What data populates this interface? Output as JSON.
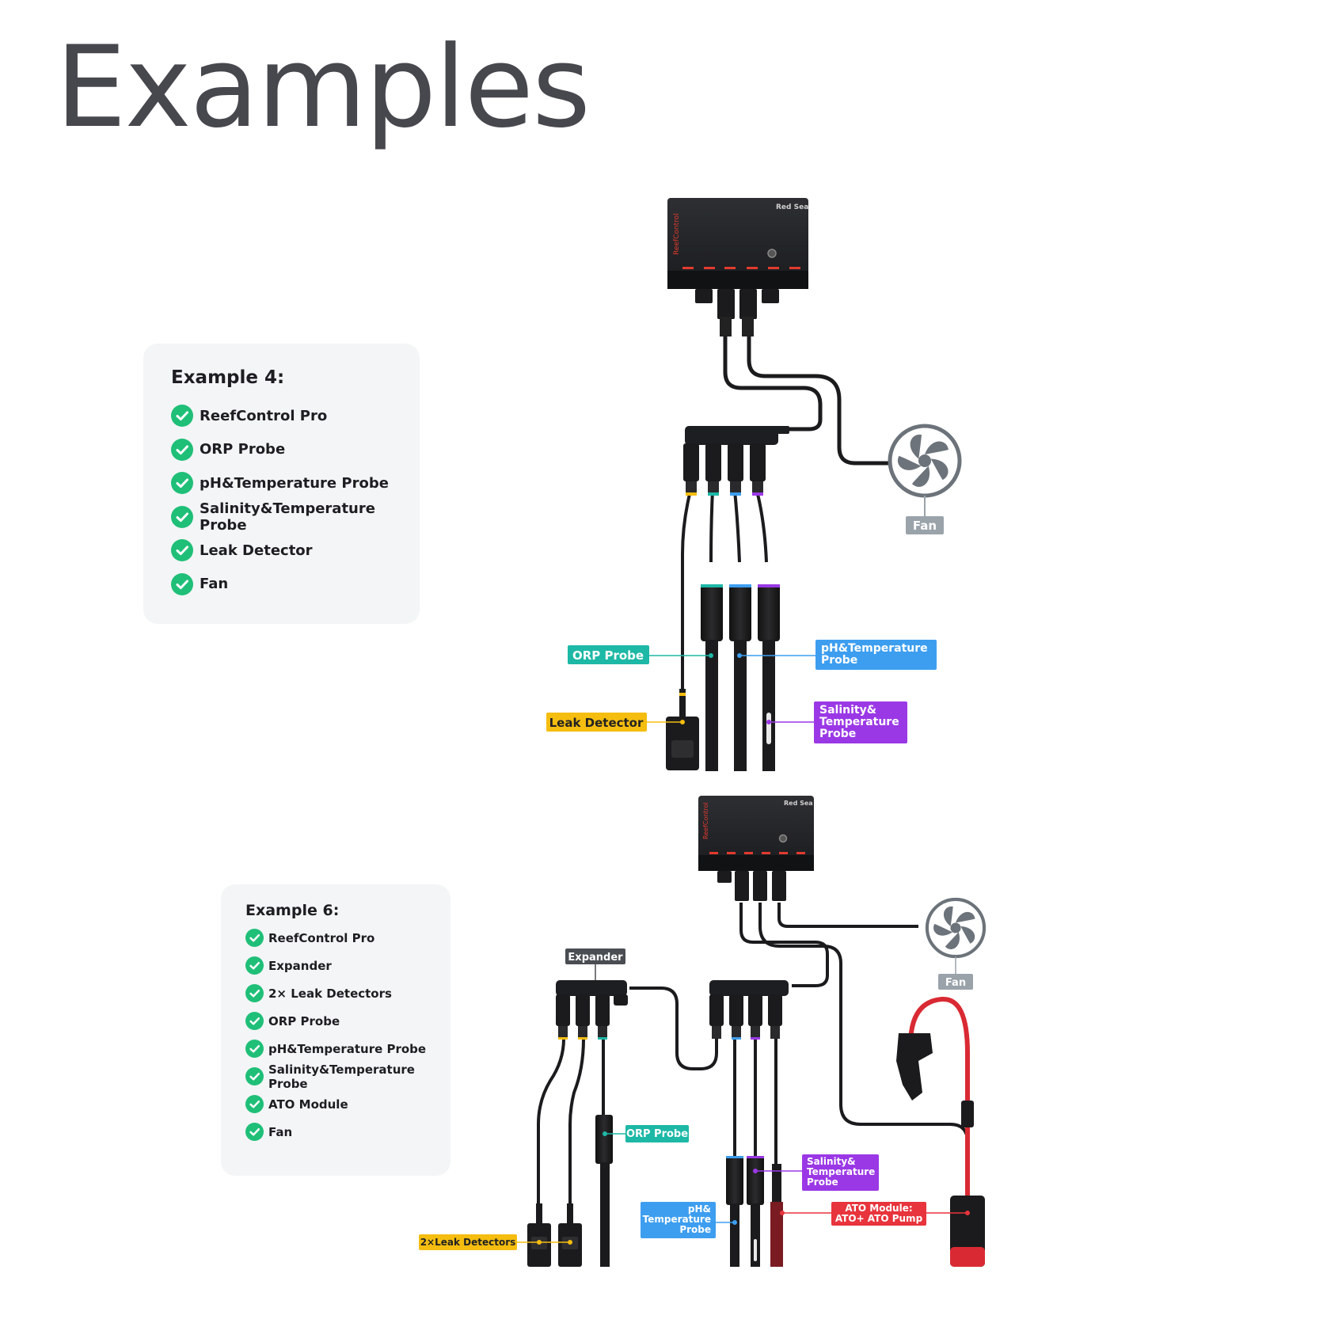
{
  "title": "Examples",
  "example4": {
    "heading": "Example 4:",
    "items": [
      "ReefControl Pro",
      "ORP Probe",
      "pH&Temperature Probe",
      "Salinity&Temperature Probe",
      "Leak Detector",
      "Fan"
    ],
    "callouts": {
      "fan": "Fan",
      "orp": "ORP Probe",
      "ph_line1": "pH&Temperature",
      "ph_line2": "Probe",
      "leak": "Leak Detector",
      "sal_line1": "Salinity&",
      "sal_line2": "Temperature",
      "sal_line3": "Probe"
    },
    "device_brand": "Red Sea",
    "device_name": "ReefControl"
  },
  "example6": {
    "heading": "Example 6:",
    "items": [
      "ReefControl Pro",
      "Expander",
      "2× Leak Detectors",
      "ORP Probe",
      "pH&Temperature Probe",
      "Salinity&Temperature Probe",
      "ATO Module",
      "Fan"
    ],
    "callouts": {
      "expander": "Expander",
      "fan": "Fan",
      "orp": "ORP Probe",
      "sal_line1": "Salinity&",
      "sal_line2": "Temperature",
      "sal_line3": "Probe",
      "ph_line1": "pH&",
      "ph_line2": "Temperature",
      "ph_line3": "Probe",
      "ato_line1": "ATO Module:",
      "ato_line2": "ATO+ ATO Pump",
      "leak": "2×Leak Detectors"
    },
    "device_brand": "Red Sea",
    "device_name": "ReefControl"
  },
  "colors": {
    "check": "#1fbf78",
    "orp": "#1db8a6",
    "ph": "#3d9ef0",
    "salinity": "#9b38e6",
    "leak": "#f5bd0f",
    "ato": "#e8343c",
    "fan": "#9aa3aa",
    "expander": "#4a4d52"
  }
}
